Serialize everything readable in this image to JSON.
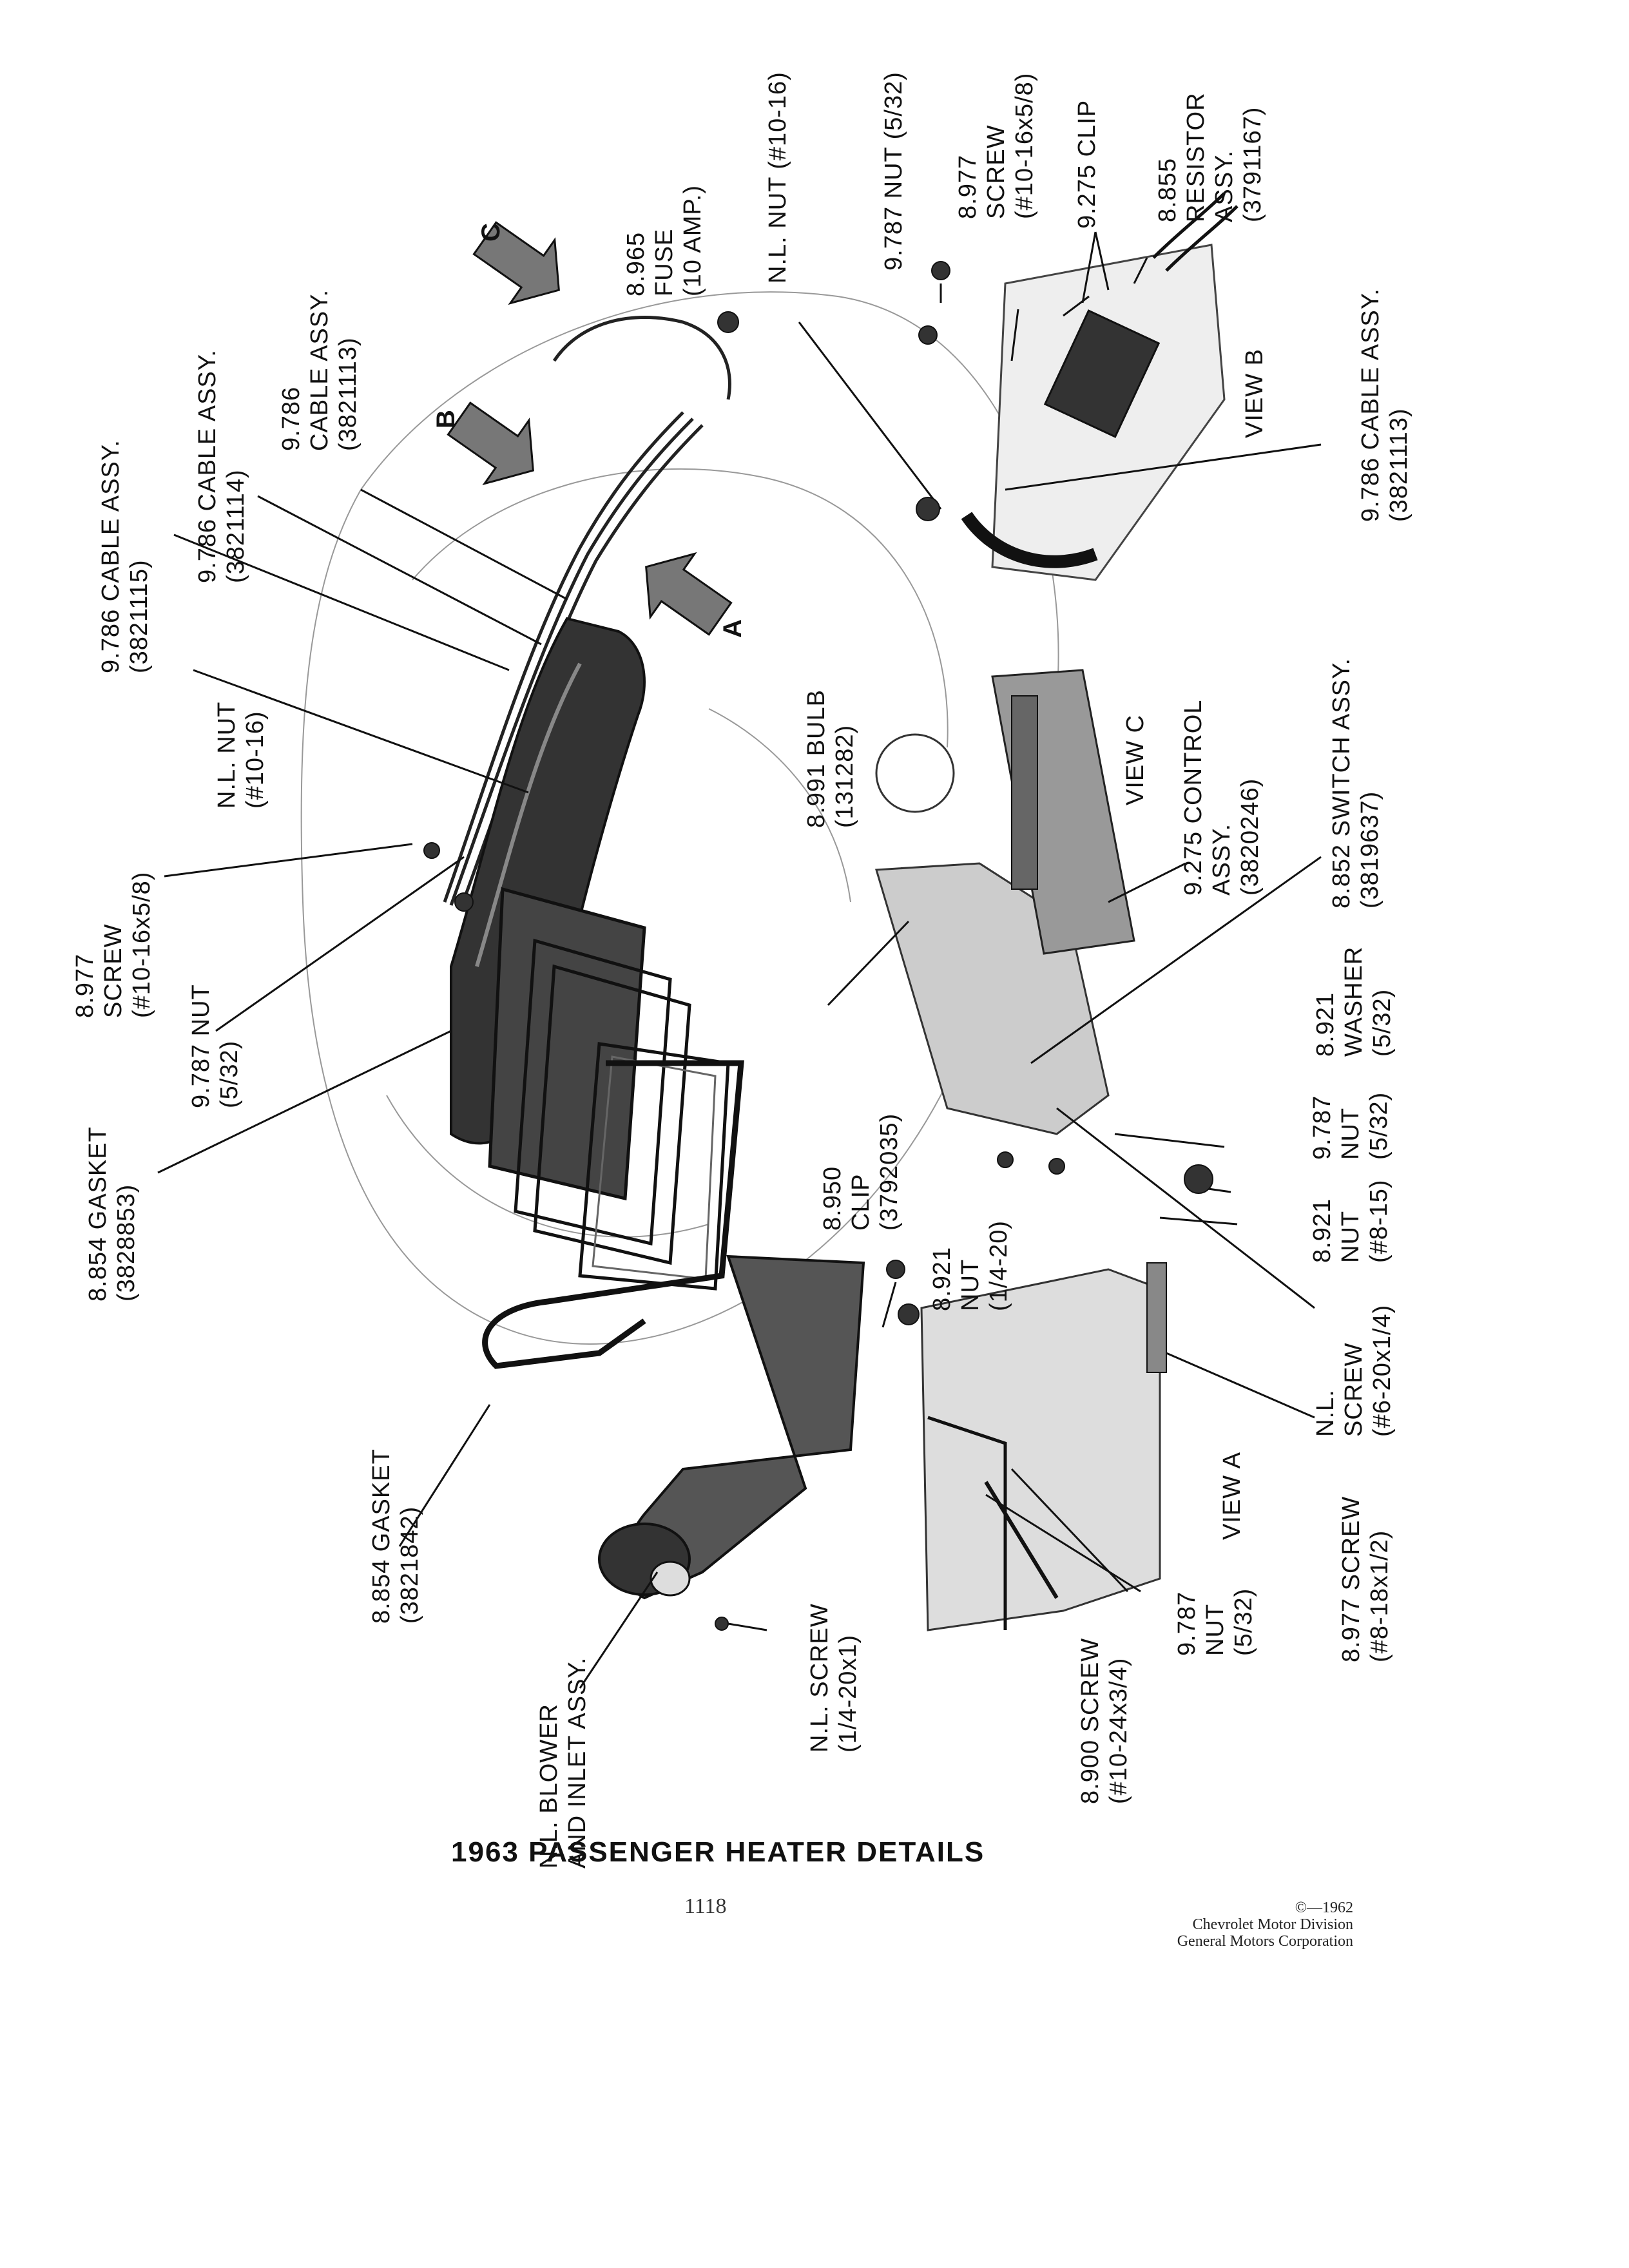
{
  "labels": {
    "cable_3821115": {
      "l1": "9.786 CABLE ASSY.",
      "l2": "(3821115)"
    },
    "cable_3821114": {
      "l1": "9.786 CABLE ASSY.",
      "l2": "(3821114)"
    },
    "cable_3821113_main": {
      "l1": "9.786",
      "l2": "CABLE ASSY.",
      "l3": "(3821113)"
    },
    "fuse": {
      "l1": "8.965",
      "l2": "FUSE",
      "l3": "(10 AMP.)"
    },
    "nl_nut_top": {
      "l1": "N.L. NUT (#10-16)"
    },
    "nut_532_viewb": {
      "l1": "9.787 NUT (5/32)"
    },
    "screw_viewb": {
      "l1": "8.977",
      "l2": "SCREW",
      "l3": "(#10-16x5/8)"
    },
    "clip_viewb": {
      "l1": "9.275 CLIP"
    },
    "resistor": {
      "l1": "8.855",
      "l2": "RESISTOR",
      "l3": "ASSY.",
      "l4": "(3791167)"
    },
    "cable_3821113_viewb": {
      "l1": "9.786 CABLE ASSY.",
      "l2": "(3821113)"
    },
    "view_b": "VIEW  B",
    "nl_nut_left": {
      "l1": "N.L. NUT",
      "l2": "(#10-16)"
    },
    "screw_left": {
      "l1": "8.977",
      "l2": "SCREW",
      "l3": "(#10-16x5/8)"
    },
    "nut_532_left": {
      "l1": "9.787 NUT",
      "l2": "(5/32)"
    },
    "gasket_3828853": {
      "l1": "8.854 GASKET",
      "l2": "(3828853)"
    },
    "gasket_3821842": {
      "l1": "8.854 GASKET",
      "l2": "(3821842)"
    },
    "blower": {
      "l1": "N.L. BLOWER",
      "l2": "AND INLET ASSY."
    },
    "nl_screw_bottom": {
      "l1": "N.L. SCREW",
      "l2": "(1/4-20x1)"
    },
    "bulb": {
      "l1": "8.991 BULB",
      "l2": "(131282)"
    },
    "clip_3792035": {
      "l1": "8.950",
      "l2": "CLIP",
      "l3": "(3792035)"
    },
    "nut_1420": {
      "l1": "8.921",
      "l2": "NUT",
      "l3": "(1/4-20)"
    },
    "view_c": "VIEW  C",
    "control": {
      "l1": "9.275 CONTROL",
      "l2": "ASSY.",
      "l3": "(3820246)"
    },
    "switch": {
      "l1": "8.852 SWITCH ASSY.",
      "l2": "(3819637)"
    },
    "washer": {
      "l1": "8.921",
      "l2": "WASHER",
      "l3": "(5/32)"
    },
    "nut_532_viewc": {
      "l1": "9.787",
      "l2": "NUT",
      "l3": "(5/32)"
    },
    "nut_815": {
      "l1": "8.921",
      "l2": "NUT",
      "l3": "(#8-15)"
    },
    "nl_screw_620": {
      "l1": "N.L.",
      "l2": "SCREW",
      "l3": "(#6-20x1/4)"
    },
    "screw_818": {
      "l1": "8.977 SCREW",
      "l2": "(#8-18x1/2)"
    },
    "view_a": "VIEW  A",
    "nut_532_viewa": {
      "l1": "9.787",
      "l2": "NUT",
      "l3": "(5/32)"
    },
    "screw_1024": {
      "l1": "8.900 SCREW",
      "l2": "(#10-24x3/4)"
    }
  },
  "arrows": {
    "a": "A",
    "b": "B",
    "c": "C"
  },
  "title": "1963 PASSENGER HEATER DETAILS",
  "page_number": "1118",
  "copyright": {
    "l1": "©—1962",
    "l2": "Chevrolet Motor Division",
    "l3": "General Motors Corporation"
  },
  "colors": {
    "ink": "#111111",
    "shade": "#555555",
    "paper": "#ffffff"
  }
}
